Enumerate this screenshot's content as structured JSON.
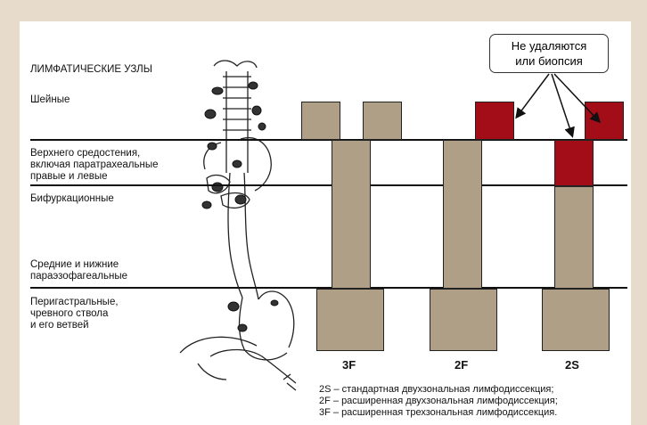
{
  "labels": {
    "section_title": "ЛИМФАТИЧЕСКИЕ УЗЛЫ",
    "cervical": "Шейные",
    "upper_mediastinal": "Верхнего средостения,\nвключая паратрахеальные\nправые и левые",
    "bifurcation": "Бифуркационные",
    "middle_lower": "Средние и нижние\nпараэзофагеальные",
    "perigastric": "Перигастральные,\nчревного ствола\nи его ветвей"
  },
  "callout": {
    "line1": "Не удаляются",
    "line2": "или биопсия"
  },
  "columns": [
    {
      "name": "3F",
      "zones": [
        "cervical",
        "mediastinal",
        "abdominal"
      ]
    },
    {
      "name": "2F",
      "zones": [
        "mediastinal",
        "abdominal"
      ],
      "not_removed": [
        "cervical"
      ]
    },
    {
      "name": "2S",
      "zones": [
        "abdominal"
      ],
      "not_removed": [
        "cervical",
        "upper_mediastinal"
      ]
    }
  ],
  "legend": [
    "2S – стандартная двухзональная лимфодиссекция;",
    "2F – расширенная двухзональная лимфодиссекция;",
    "3F – расширенная трехзональная лимфодиссекция."
  ],
  "colors": {
    "removed": "#b09f87",
    "not_removed": "#a30d17",
    "background": "#e7dccb"
  },
  "icons": [
    "anatomy-illustration"
  ]
}
